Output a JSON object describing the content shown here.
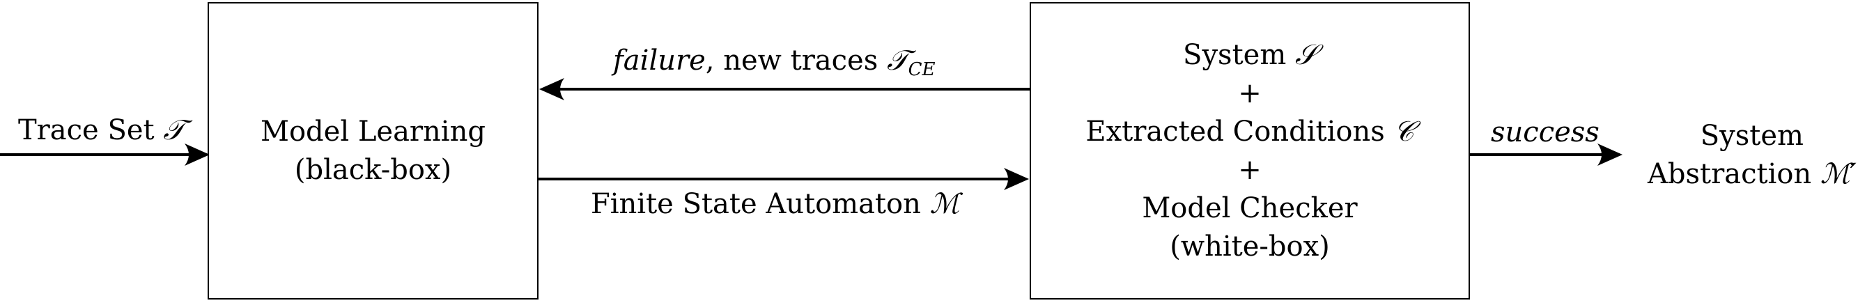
{
  "input": {
    "text": "Trace Set",
    "symbol": "𝒯"
  },
  "learning_box": {
    "line1": "Model Learning",
    "line2": "(black-box)"
  },
  "feedback_arrow": {
    "word": "failure",
    "text": ", new traces",
    "symbol": "𝒯",
    "subscript": "CE"
  },
  "forward_arrow": {
    "text": "Finite State Automaton",
    "symbol": "ℳ"
  },
  "checker_box": {
    "line1_text": "System",
    "line1_symbol": "𝒮",
    "plus1": "+",
    "line2_text": "Extracted Conditions",
    "line2_symbol": "𝒞",
    "plus2": "+",
    "line3": "Model Checker",
    "line4": "(white-box)"
  },
  "success_arrow": {
    "word": "success"
  },
  "output": {
    "line1": "System",
    "line2_text": "Abstraction",
    "line2_symbol": "ℳ′"
  }
}
